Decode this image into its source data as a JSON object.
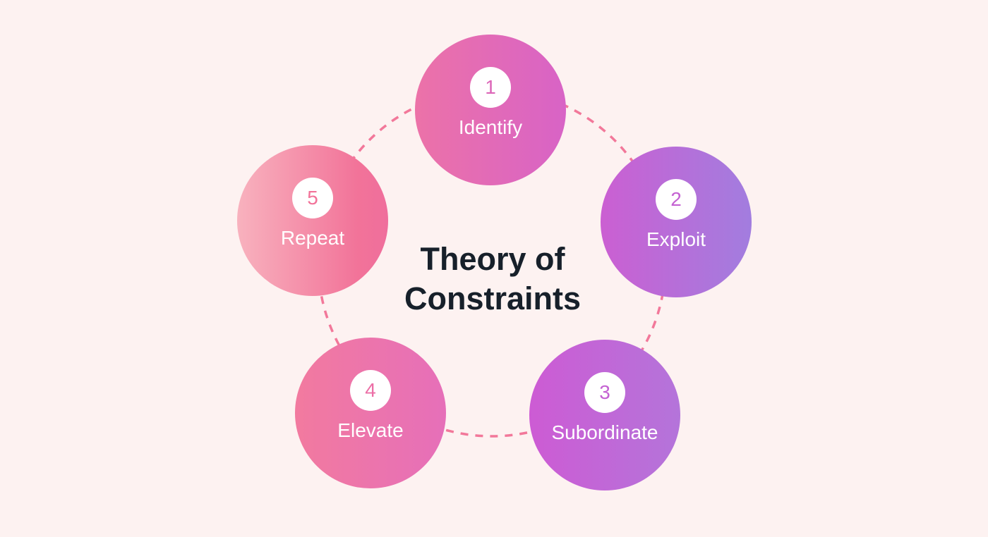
{
  "diagram": {
    "title_line1": "Theory of",
    "title_line2": "Constraints",
    "steps": [
      {
        "number": "1",
        "label": "Identify"
      },
      {
        "number": "2",
        "label": "Exploit"
      },
      {
        "number": "3",
        "label": "Subordinate"
      },
      {
        "number": "4",
        "label": "Elevate"
      },
      {
        "number": "5",
        "label": "Repeat"
      }
    ]
  },
  "colors": {
    "background": "#FDF2F1",
    "title": "#17202A",
    "connector_dash": "#F2789A"
  }
}
